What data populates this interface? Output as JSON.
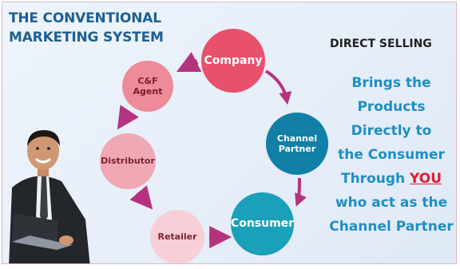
{
  "title": {
    "line1": "THE CONVENTIONAL",
    "line2": "MARKETING SYSTEM"
  },
  "nodes": {
    "company": "Company",
    "cf_agent": [
      "C&F",
      "Agent"
    ],
    "channel_partner": [
      "Channel",
      "Partner"
    ],
    "distributor": "Distributor",
    "consumer": "Consumer",
    "retailer": "Retailer"
  },
  "direct_selling": {
    "heading": "DIRECT SELLING",
    "lines": [
      "Brings the",
      "Products",
      "Directly to",
      "the Consumer"
    ],
    "through": "Through",
    "you": "YOU",
    "line6": "who act as the",
    "line7": "Channel Partner"
  },
  "colors": {
    "title": "#1d5f93",
    "company": "#e8516b",
    "cf_agent": "#ee8b98",
    "distributor": "#f1a8b5",
    "retailer": "#f8cfd7",
    "channel_partner": "#117fa6",
    "consumer": "#1aa0b8",
    "arrow": "#b5337e",
    "direct_selling_text": "#1e8fc2",
    "you_highlight": "#e01e2f"
  }
}
